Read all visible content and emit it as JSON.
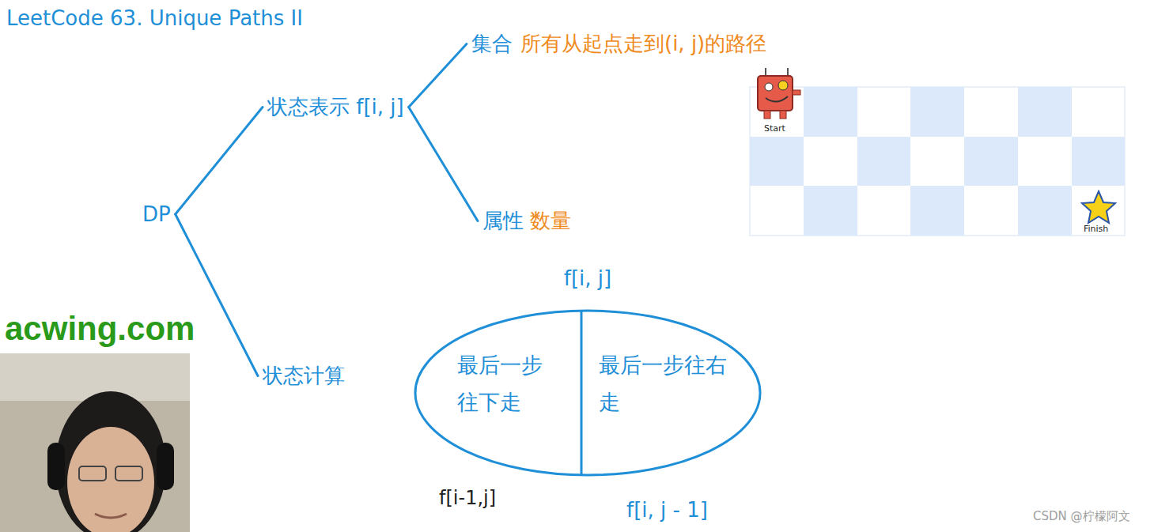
{
  "diagram": {
    "title": "LeetCode 63. Unique Paths II",
    "nodes": [
      {
        "text": [
          "DP"
        ]
      },
      {
        "text": [
          "状态表示 f[i, j]"
        ]
      },
      {
        "text": [
          "集合",
          "所有从起点走到(i, j)的路径"
        ]
      },
      {
        "text": [
          "属性",
          "数量"
        ]
      },
      {
        "text": [
          "状态计算"
        ]
      },
      {
        "text": [
          "f[i, j]"
        ]
      },
      {
        "text": [
          "最后一步往下走"
        ],
        "in": 5
      },
      {
        "text": [
          "最后一步往右走"
        ],
        "in": 5
      }
    ],
    "edges": [
      {
        "from": 0,
        "to": 1,
        "arrow": "none"
      },
      {
        "from": 0,
        "to": 4,
        "arrow": "none"
      },
      {
        "from": 1,
        "to": 2,
        "arrow": "none"
      },
      {
        "from": 1,
        "to": 3,
        "arrow": "none"
      }
    ],
    "labels": [
      "acwing.com",
      "Start",
      "Finish",
      "f[i-1,j]",
      "f[i, j - 1]",
      "CSDN @柠檬阿文"
    ]
  }
}
